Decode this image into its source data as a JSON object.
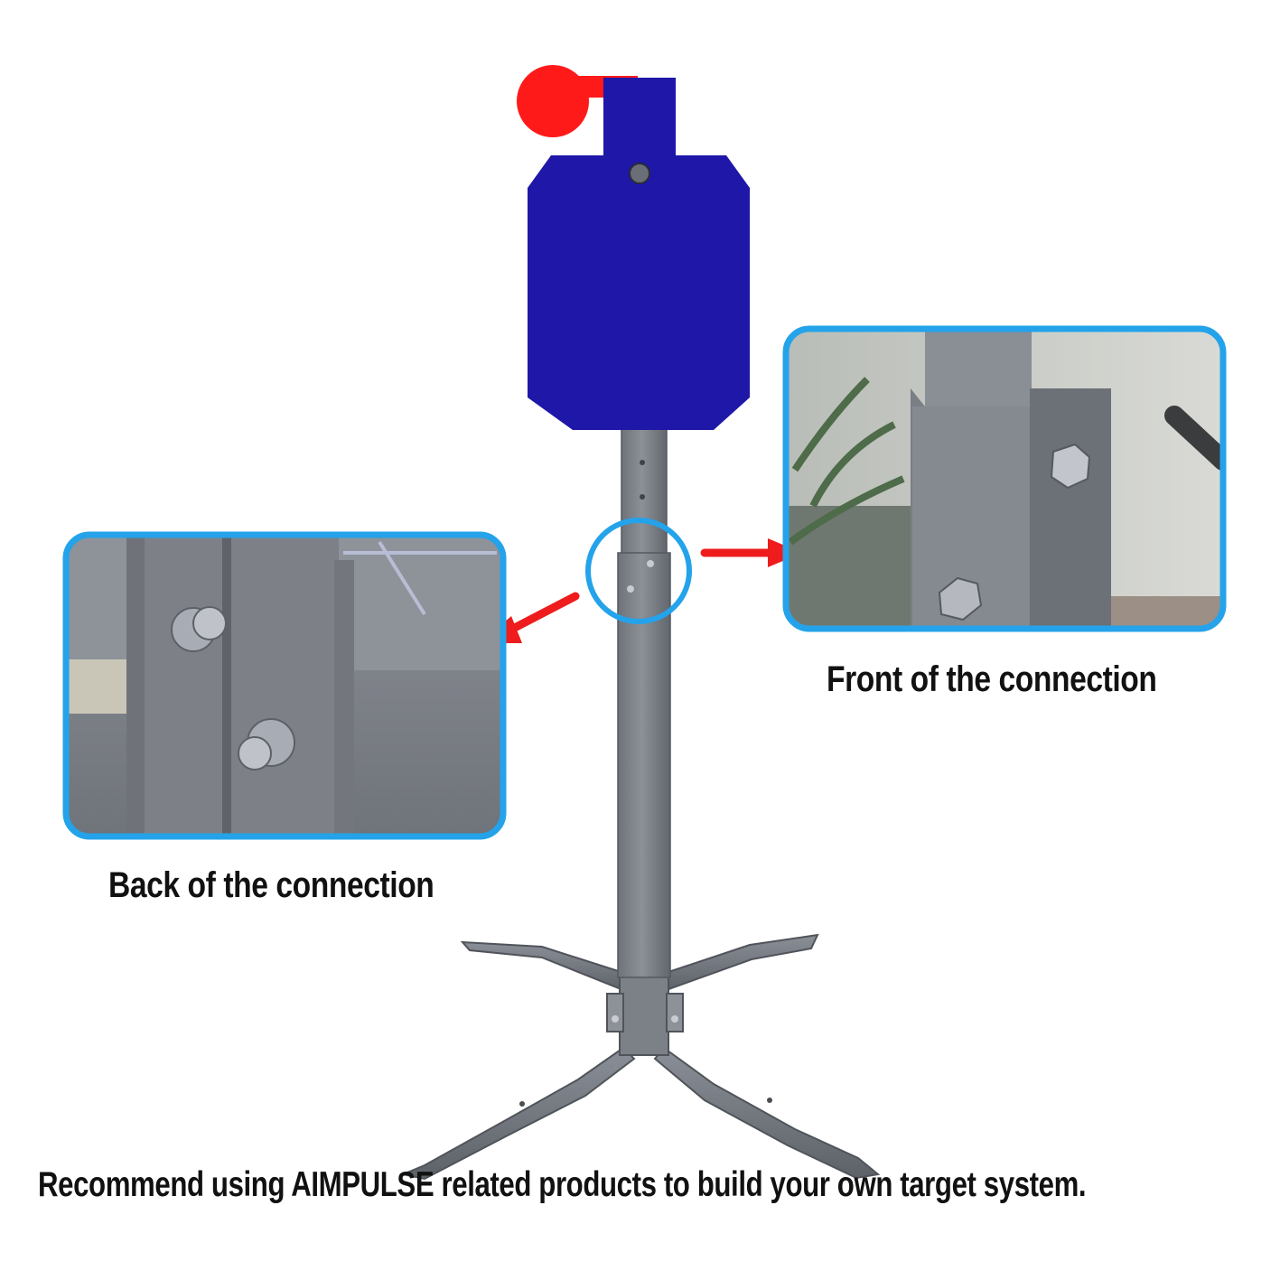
{
  "captions": {
    "back": "Back of the connection",
    "front": "Front of the connection",
    "recommend": "Recommend using AIMPULSE related products to build your own target system."
  },
  "colors": {
    "target_plate": "#1e17a8",
    "popper_disc": "#ff1a1a",
    "callout_frame": "#24a3ea",
    "arrow": "#ee1c1c",
    "steel_gray": "#7b7f86"
  }
}
